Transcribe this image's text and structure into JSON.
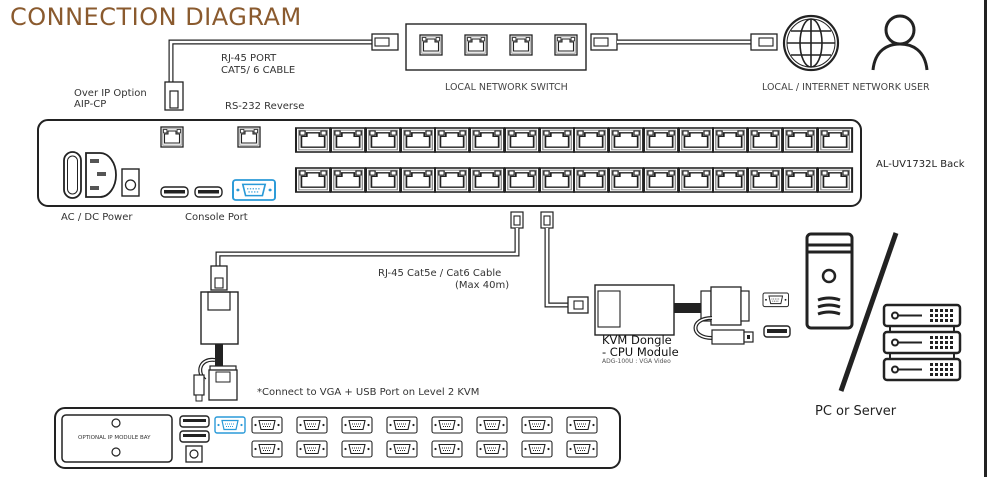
{
  "title": "CONNECTION DIAGRAM",
  "colors": {
    "title": "#8a5a2e",
    "highlight_port": "#2a9ad8",
    "line": "#222222",
    "text": "#333333"
  },
  "labels": {
    "rj45_port": "RJ-45 PORT",
    "cat_cable": "CAT5/ 6 CABLE",
    "over_ip_option": "Over IP Option",
    "aip_cp": "AIP-CP",
    "rs232": "RS-232 Reverse",
    "local_switch": "LOCAL NETWORK SWITCH",
    "network_user": "LOCAL / INTERNET NETWORK USER",
    "unit_name": "AL-UV1732L Back",
    "power": "AC / DC Power",
    "console": "Console Port",
    "rj45_cable": "RJ-45 Cat5e / Cat6 Cable",
    "max_length": "(Max 40m)",
    "dongle_line1": "KVM Dongle",
    "dongle_line2": "- CPU Module",
    "dongle_model": "ADG-100U : VGA Video",
    "connect_note": "*Connect to VGA + USB Port on Level 2 KVM",
    "ip_bay": "OPTIONAL IP MODULE BAY",
    "pc_server": "PC or Server"
  },
  "icons": {
    "globe": "globe-icon",
    "user": "user-icon",
    "pc": "pc-tower-icon",
    "server": "server-rack-icon"
  },
  "main_unit": {
    "rj45_port_groups": 4,
    "ports_per_group": 4,
    "rows": 2
  },
  "switch": {
    "ports": 4
  },
  "level2_kvm": {
    "vga_columns": 8,
    "rows": 2
  }
}
